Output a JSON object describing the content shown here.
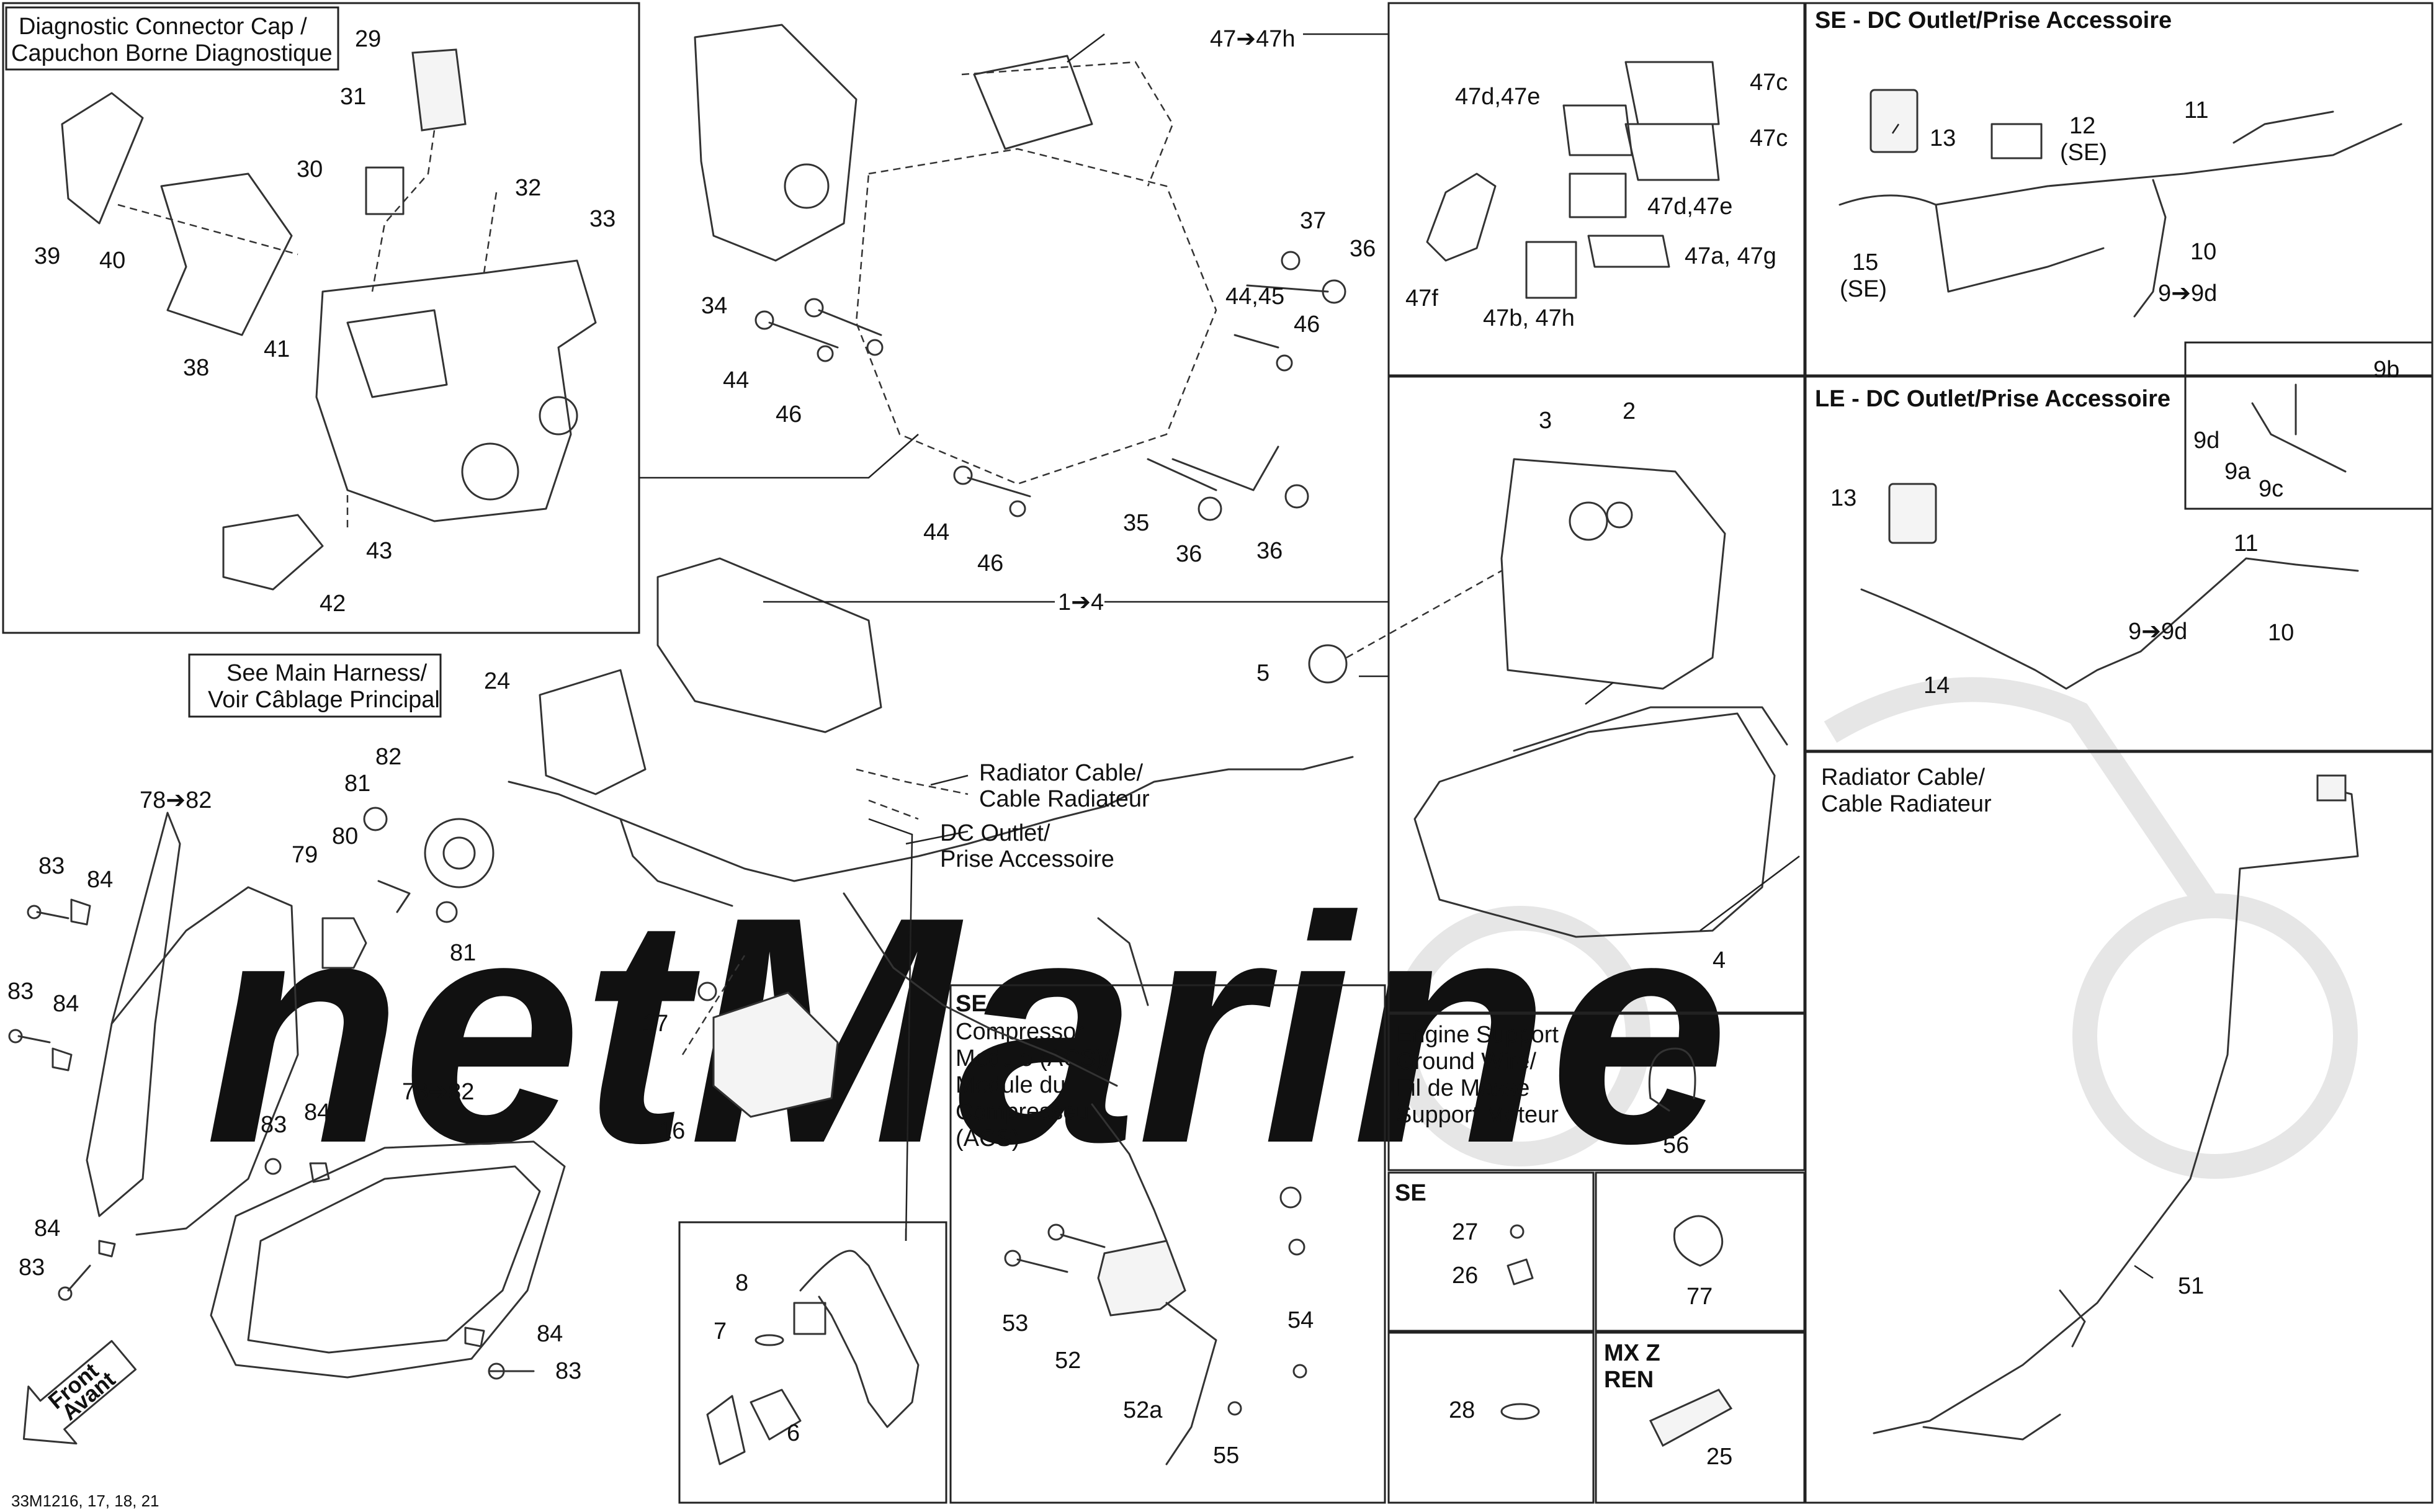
{
  "figure": {
    "code": "33M1216, 17, 18, 21",
    "watermark": "netMarine"
  },
  "boxes": {
    "diag_title_1": "Diagnostic Connector Cap /",
    "diag_title_2": "Capuchon Borne Diagnostique",
    "se_dc_title": "SE - DC Outlet/Prise Accessoire",
    "le_dc_title": "LE - DC Outlet/Prise Accessoire",
    "radiator_box_1": "Radiator Cable/",
    "radiator_box_2": "Cable Radiateur",
    "compressor_se": "SE",
    "compressor_1": "Compressor",
    "compressor_2": "Module (ACS)/",
    "compressor_3": "Module du",
    "compressor_4": "Compresseur",
    "compressor_5": "(ACS)",
    "engine_1": "Engine Support",
    "engine_2": "Ground Wire/",
    "engine_3": "Fil de Masse",
    "engine_4": "Support Moteur",
    "se_small": "SE",
    "mxz_1": "MX Z",
    "mxz_2": "REN"
  },
  "callouts": {
    "main_harness_1": "See Main Harness/",
    "main_harness_2": "Voir Câblage Principal",
    "radiator_1": "Radiator Cable/",
    "radiator_2": "Cable Radiateur",
    "dc_1": "DC Outlet/",
    "dc_2": "Prise Accessoire",
    "front_1": "Front",
    "front_2": "Avant"
  },
  "labels": {
    "l29": "29",
    "l31": "31",
    "l30": "30",
    "l32": "32",
    "l33": "33",
    "l39": "39",
    "l40": "40",
    "l41": "41",
    "l38": "38",
    "l43": "43",
    "l42": "42",
    "l34": "34",
    "l47_47h": "47➔47h",
    "l37": "37",
    "l36a": "36",
    "l44_45": "44,45",
    "l46a": "46",
    "l44a": "44",
    "l46b": "46",
    "l44b": "44",
    "l46c": "46",
    "l35": "35",
    "l36b": "36",
    "l36c": "36",
    "l47d_47e_a": "47d,47e",
    "l47c_a": "47c",
    "l47c_b": "47c",
    "l47d_47e_b": "47d,47e",
    "l47a_47g": "47a, 47g",
    "l47f": "47f",
    "l47b_47h": "47b, 47h",
    "l13a": "13",
    "l12": "12",
    "l12se": "(SE)",
    "l11a": "11",
    "l15": "15",
    "l15se": "(SE)",
    "l10a": "10",
    "l9_9d_a": "9➔9d",
    "l9b": "9b",
    "l9d": "9d",
    "l9a": "9a",
    "l9c": "9c",
    "l13b": "13",
    "l11b": "11",
    "l9_9d_b": "9➔9d",
    "l10b": "10",
    "l14": "14",
    "l3": "3",
    "l2": "2",
    "l1_4": "1➔4",
    "l5": "5",
    "l4": "4",
    "l24": "24",
    "l78_82_a": "78➔82",
    "l82": "82",
    "l81a": "81",
    "l80": "80",
    "l79": "79",
    "l81b": "81",
    "l83a": "83",
    "l84a": "84",
    "l83b": "83",
    "l84b": "84",
    "l17": "17",
    "l16": "16",
    "l78_82_b": "78➔82",
    "l83c": "83",
    "l84c": "84",
    "l84d": "84",
    "l83d": "83",
    "l84e": "84",
    "l83e": "83",
    "l8": "8",
    "l7": "7",
    "l6": "6",
    "l53": "53",
    "l52": "52",
    "l52a": "52a",
    "l54": "54",
    "l55": "55",
    "l56": "56",
    "l27": "27",
    "l26": "26",
    "l77": "77",
    "l28": "28",
    "l25": "25",
    "l51": "51"
  }
}
